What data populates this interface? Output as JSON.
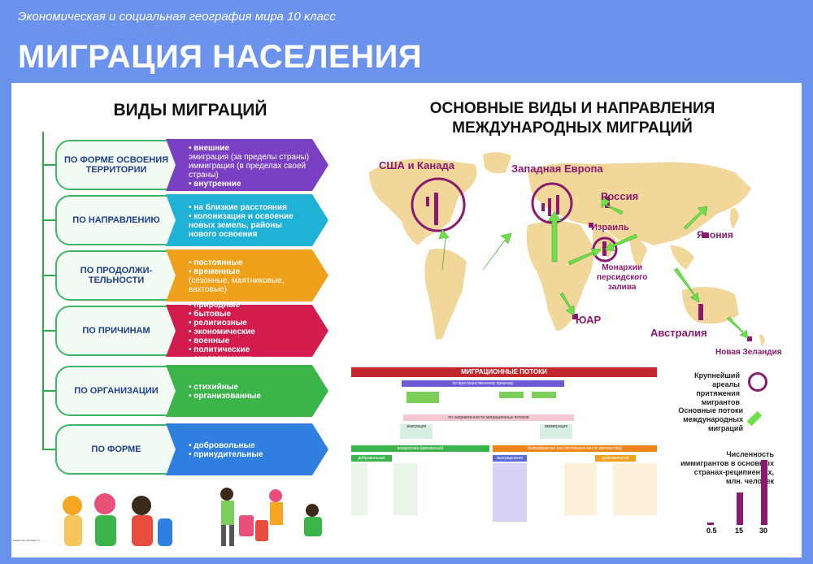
{
  "header": {
    "subtitle": "Экономическая и социальная география мира 10 класс",
    "title": "МИГРАЦИЯ НАСЕЛЕНИЯ"
  },
  "types": {
    "title": "ВИДЫ МИГРАЦИЙ",
    "categories": [
      {
        "label": "ПО ФОРМЕ ОСВОЕНИЯ ТЕРРИТОРИИ",
        "color": "#7b3fc4",
        "items": [
          {
            "t": "• внешние",
            "b": true
          },
          {
            "t": "эмиграция (за пределы страны)",
            "b": false
          },
          {
            "t": "иммиграция (в пределах своей страны)",
            "b": false
          },
          {
            "t": "• внутренние",
            "b": true
          }
        ]
      },
      {
        "label": "ПО НАПРАВЛЕНИЮ",
        "color": "#1fb1d6",
        "items": [
          {
            "t": "• на близкие расстояния",
            "b": true
          },
          {
            "t": "• колонизация и освоение",
            "b": true
          },
          {
            "t": "новых земель, районы",
            "b": true
          },
          {
            "t": "нового освоения",
            "b": true
          }
        ]
      },
      {
        "label": "ПО ПРОДОЛЖИ-ТЕЛЬНОСТИ",
        "color": "#f0a11c",
        "items": [
          {
            "t": "• постоянные",
            "b": true
          },
          {
            "t": "• временные",
            "b": true
          },
          {
            "t": "(сезонные, маятниковые,",
            "b": false
          },
          {
            "t": "вахтовые)",
            "b": false
          }
        ]
      },
      {
        "label": "ПО ПРИЧИНАМ",
        "color": "#d21c4e",
        "items": [
          {
            "t": "• природные",
            "b": true
          },
          {
            "t": "• бытовые",
            "b": true
          },
          {
            "t": "• религиозные",
            "b": true
          },
          {
            "t": "• экономические",
            "b": true
          },
          {
            "t": "• военные",
            "b": true
          },
          {
            "t": "• политические",
            "b": true
          },
          {
            "t": "• экологические",
            "b": true
          }
        ]
      },
      {
        "label": "ПО ОРГАНИЗАЦИИ",
        "color": "#3bb44a",
        "items": [
          {
            "t": "• стихийные",
            "b": true
          },
          {
            "t": "• организованные",
            "b": true
          }
        ]
      },
      {
        "label": "ПО ФОРМЕ",
        "color": "#2f7fe0",
        "items": [
          {
            "t": "• добровольные",
            "b": true
          },
          {
            "t": "• принудительные",
            "b": true
          }
        ]
      }
    ]
  },
  "directions": {
    "title_line1": "ОСНОВНЫЕ ВИДЫ И НАПРАВЛЕНИЯ",
    "title_line2": "МЕЖДУНАРОДНЫХ МИГРАЦИЙ",
    "labels": {
      "usa": "США и Канада",
      "europe": "Западная Европа",
      "russia": "Россия",
      "israel": "Израиль",
      "japan": "Япония",
      "gulf1": "Монархии",
      "gulf2": "персидского",
      "gulf3": "залива",
      "sa": "ЮАР",
      "australia": "Австралия",
      "nz": "Новая Зеландия"
    },
    "colors": {
      "land": "#f1d79a",
      "arrow": "#6ee04a",
      "accent": "#8a1a6f"
    }
  },
  "legend": {
    "circles": "Крупнейший ареалы притяжения мигрантов",
    "arrows": "Основные потоки международных миграций",
    "bars": "Численность иммигрантов в основных странах-реципиентах, млн. человек",
    "values": [
      "0.5",
      "15",
      "30"
    ],
    "bar_values": [
      0.5,
      15,
      30
    ]
  },
  "flows": {
    "title": "МИГРАЦИОННЫЕ ПОТОКИ",
    "by_space": "по пространственному признаку",
    "by_direction": "по направленности миграционных потоков",
    "emigration": "эмиграция",
    "immigration": "иммиграция",
    "returnable": "возвратная (временная)",
    "nonreturn": "безвозвратная (на постоянное место жительства)",
    "voluntary": "добровольная",
    "forced": "вынужденная",
    "voluntary2": "добровольная"
  },
  "footer": {
    "logo": "www.rus-school.ru"
  }
}
